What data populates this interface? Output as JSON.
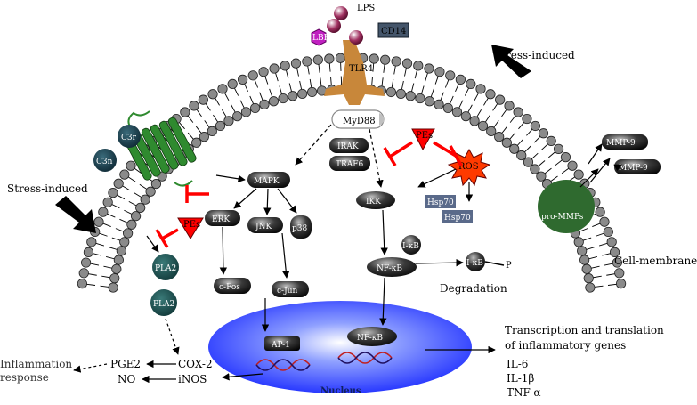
{
  "colors": {
    "membrane_head": "#8a8a8a",
    "tlr4": "#c8873a",
    "lbp": "#c020c0",
    "lps": "#8a2040",
    "cd14": "#44556a",
    "inhibit": "#ff0000",
    "nucleus": "#2040ff",
    "receptor7tm": "#2f8a2f",
    "dark_teal": "#1f3a4a",
    "pla2": "#1f5a5a",
    "mmp": "#2f6a2f",
    "hsp": "#5a6a8a",
    "ros": "#ff3a00"
  },
  "labels": {
    "lps": "LPS",
    "lbp": "LBP",
    "cd14": "CD14",
    "tlr4": "TLR4",
    "stress_right": "Stress-induced",
    "stress_left": "Stress-induced",
    "myd88": "MyD88",
    "irak": "IRAK",
    "traf6": "TRAF6",
    "pe_right": "PEs",
    "pe_left": "PEs",
    "ros": "ROS",
    "c3r": "C3r",
    "c3n": "C3n",
    "mapk": "MAPK",
    "erk": "ERK",
    "jnk": "JNK",
    "p38": "p38",
    "cfos": "c-Fos",
    "cjun": "c-Jun",
    "ikk": "IKK",
    "hsp70a": "Hsp70",
    "hsp70b": "Hsp70",
    "ikb1": "I-κB",
    "ikb2": "I-κB",
    "p": "P",
    "nfkb1": "NF-κB",
    "nfkb2": "NF-κB",
    "degradation": "Degradation",
    "pla2a": "PLA2",
    "pla2b": "PLA2",
    "ap1": "AP-1",
    "nucleus": "Nucleus",
    "mmp9a": "MMP-9",
    "mmp9b": "MMP-9",
    "pro_mmp": "pro-MMPs",
    "cell_membrane": "Cell-membrane",
    "transcription_l1": "Transcription and translation",
    "transcription_l2": "of inflammatory genes",
    "il6": "IL-6",
    "il1b": "IL-1β",
    "tnfa": "TNF-α",
    "inflammation_l1": "Inflammation",
    "inflammation_l2": "response",
    "pge2": "PGE2",
    "no": "NO",
    "cox2": "COX-2",
    "inos": "iNOS"
  }
}
